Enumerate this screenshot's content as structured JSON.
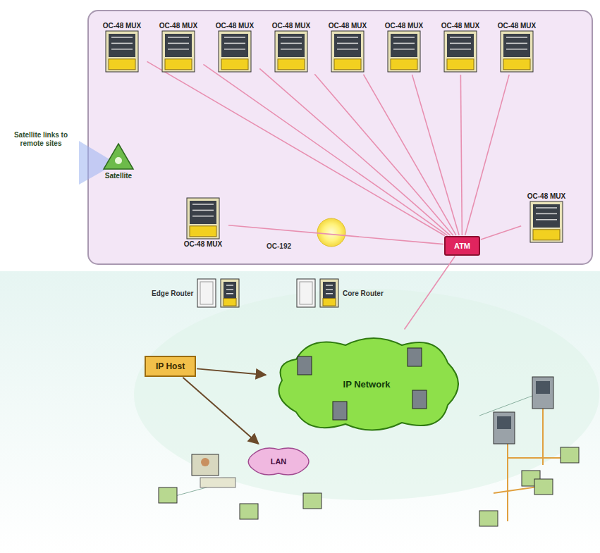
{
  "diagram": {
    "nodes": [
      {
        "text": [
          "OC-48 MUX"
        ]
      },
      {
        "text": [
          "OC-48 MUX"
        ]
      },
      {
        "text": [
          "OC-48 MUX"
        ]
      },
      {
        "text": [
          "OC-48 MUX"
        ]
      },
      {
        "text": [
          "OC-48 MUX"
        ]
      },
      {
        "text": [
          "OC-48 MUX"
        ]
      },
      {
        "text": [
          "OC-48 MUX"
        ]
      },
      {
        "text": [
          "OC-48 MUX"
        ]
      },
      {
        "text": [
          "Satellite"
        ]
      },
      {
        "text": [
          "OC-48 MUX"
        ]
      },
      {
        "text": [
          "OC-48 MUX"
        ]
      },
      {
        "text": [
          "ATM"
        ]
      },
      {
        "text": [
          "Edge Router"
        ]
      },
      {
        "text": [
          "Core Router"
        ]
      },
      {
        "text": [
          "IP Host"
        ]
      },
      {
        "text": [
          "IP Network"
        ]
      },
      {
        "text": [
          "LAN"
        ]
      }
    ],
    "edges": [
      {
        "from": 11,
        "to": 0,
        "arrow": "none"
      },
      {
        "from": 11,
        "to": 1,
        "arrow": "none"
      },
      {
        "from": 11,
        "to": 2,
        "arrow": "none"
      },
      {
        "from": 11,
        "to": 3,
        "arrow": "none"
      },
      {
        "from": 11,
        "to": 4,
        "arrow": "none"
      },
      {
        "from": 11,
        "to": 5,
        "arrow": "none"
      },
      {
        "from": 11,
        "to": 6,
        "arrow": "none"
      },
      {
        "from": 11,
        "to": 7,
        "arrow": "none"
      },
      {
        "from": 11,
        "to": 9,
        "arrow": "none"
      },
      {
        "from": 11,
        "to": 10,
        "arrow": "none"
      },
      {
        "from": 11,
        "to": 15,
        "arrow": "none"
      },
      {
        "from": 14,
        "to": 15,
        "arrow": "to"
      },
      {
        "from": 14,
        "to": 16,
        "arrow": "to"
      }
    ],
    "labels": [
      "Satellite links to remote sites",
      "OC-192"
    ]
  }
}
